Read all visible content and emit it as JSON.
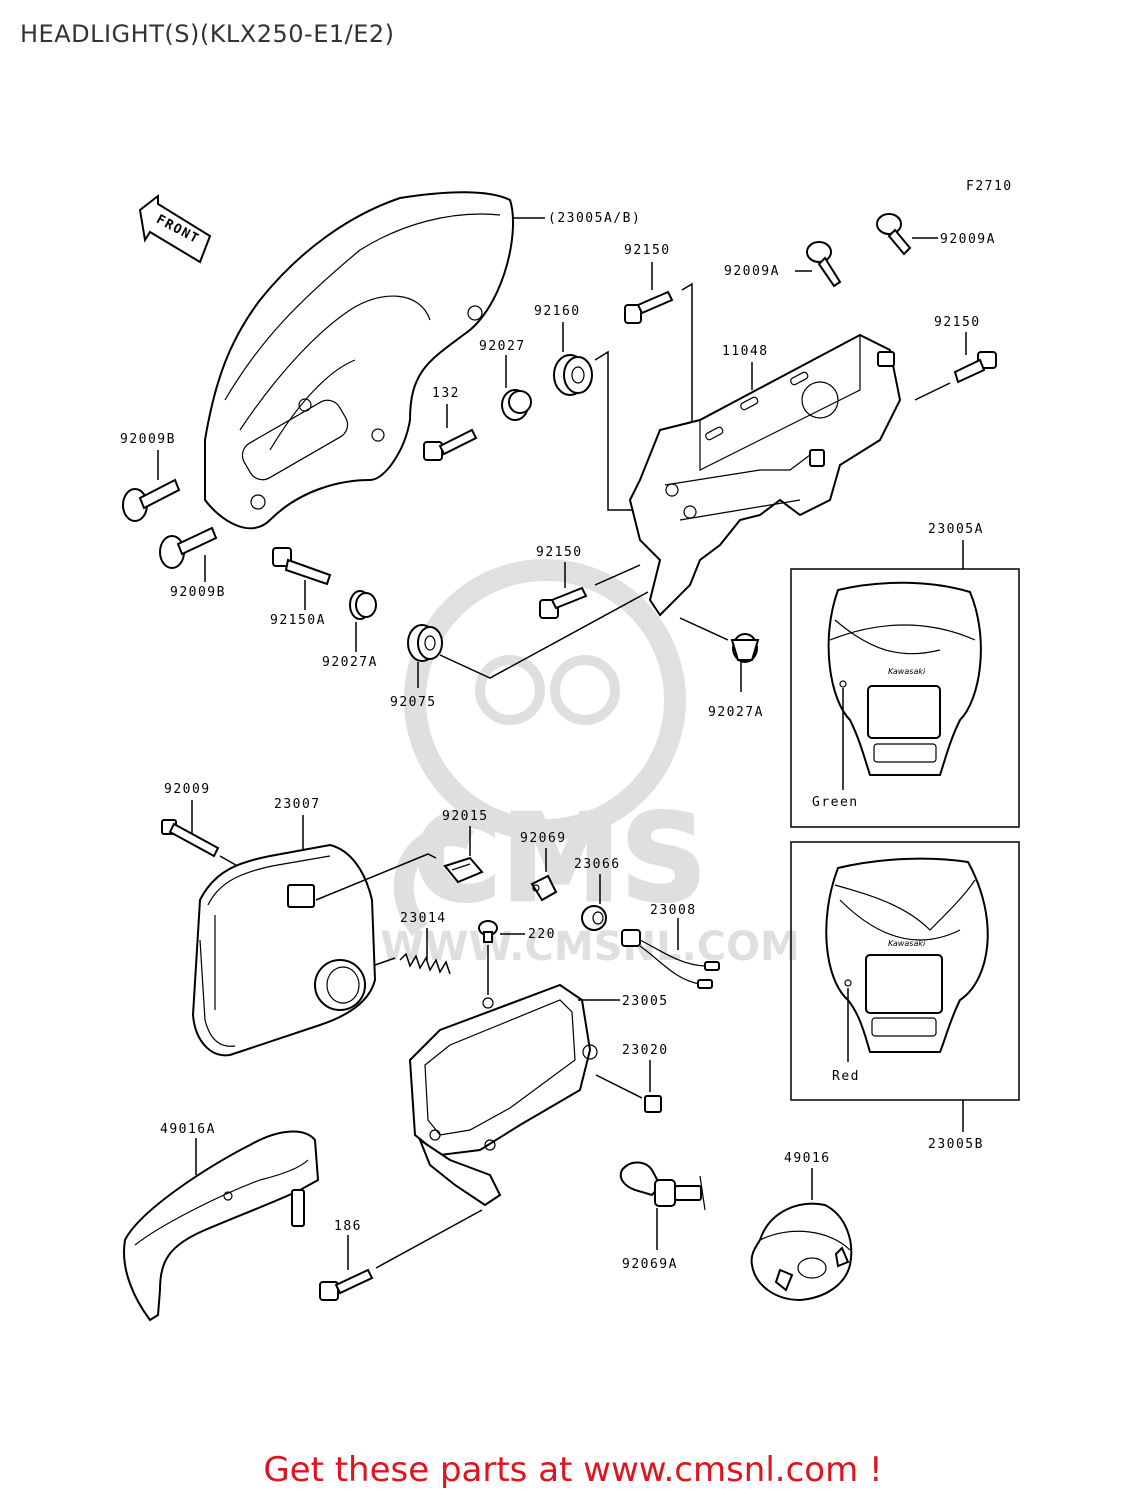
{
  "title": "HEADLIGHT(S)(KLX250-E1/E2)",
  "figure_code": "F2710",
  "front_arrow_label": "FRONT",
  "watermark": {
    "logo_text": "CMS",
    "url_text": "WWW.CMSNL.COM"
  },
  "footer": "Get these parts at www.cmsnl.com !",
  "parts": {
    "p23005AB": "(23005A/B)",
    "p92150_top": "92150",
    "p92009A_right": "92009A",
    "p92009A_left": "92009A",
    "p92160": "92160",
    "p92027": "92027",
    "p11048": "11048",
    "p92150_right": "92150",
    "p132": "132",
    "p92009B_top": "92009B",
    "p92009B_bottom": "92009B",
    "p92150_mid": "92150",
    "p92150A": "92150A",
    "p92027A_left": "92027A",
    "p92075": "92075",
    "p92027A_right": "92027A",
    "p23005A": "23005A",
    "p92009": "92009",
    "p23007": "23007",
    "p92015": "92015",
    "p92069": "92069",
    "p23066": "23066",
    "p23008": "23008",
    "p23014": "23014",
    "p220": "220",
    "p23005": "23005",
    "p23020": "23020",
    "p49016A": "49016A",
    "p186": "186",
    "p92069A": "92069A",
    "p49016": "49016",
    "p23005B": "23005B"
  },
  "variant_boxes": {
    "green_label": "Green",
    "red_label": "Red",
    "brand_text": "Kawasaki"
  }
}
